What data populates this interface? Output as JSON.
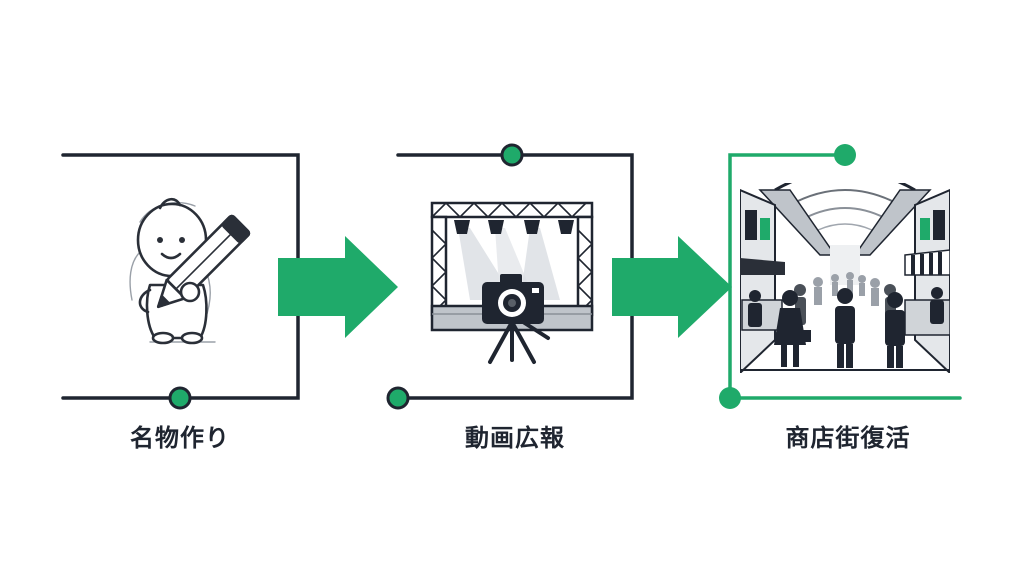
{
  "steps": [
    {
      "label": "名物作り",
      "icon": "mascot-with-pencil-icon"
    },
    {
      "label": "動画広報",
      "icon": "stage-with-camera-icon"
    },
    {
      "label": "商店街復活",
      "icon": "busy-shopping-arcade-icon"
    }
  ],
  "colors": {
    "accent": "#1faa6a",
    "frame": "#1f2530",
    "ink": "#1f2530"
  }
}
